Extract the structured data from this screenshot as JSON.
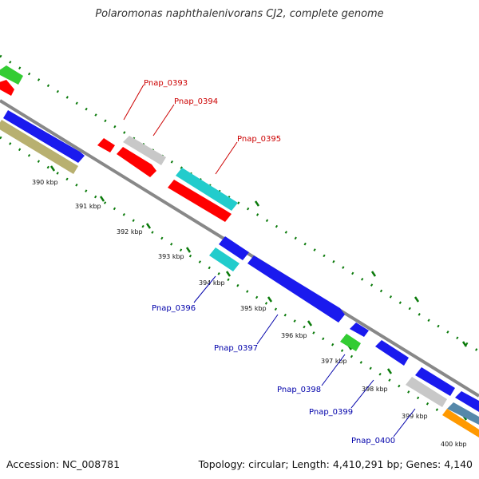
{
  "title": "Polaromonas naphthalenivorans CJ2, complete genome",
  "accession_text": "Accession: NC_008781",
  "topology_text": "Topology: circular; Length: 4,410,291 bp; Genes: 4,140",
  "colors": {
    "forward_label": "#cc0000",
    "reverse_label": "#0000aa",
    "backbone": "#888888",
    "tick_dots": "#0a7a0a",
    "red": "#ff0000",
    "blue": "#1a1aee",
    "cyan": "#22cccc",
    "grey": "#c8c8c8",
    "green": "#33cc33",
    "olive": "#b8b070",
    "orange": "#ff9900",
    "steel": "#5588aa"
  },
  "ticks": [
    "390 kbp",
    "391 kbp",
    "392 kbp",
    "393 kbp",
    "394 kbp",
    "395 kbp",
    "396 kbp",
    "397 kbp",
    "398 kbp",
    "399 kbp",
    "400 kbp"
  ],
  "forward_labels": [
    "Pnap_0393",
    "Pnap_0394",
    "Pnap_0395"
  ],
  "reverse_labels": [
    "Pnap_0396",
    "Pnap_0397",
    "Pnap_0398",
    "Pnap_0399",
    "Pnap_0400"
  ]
}
